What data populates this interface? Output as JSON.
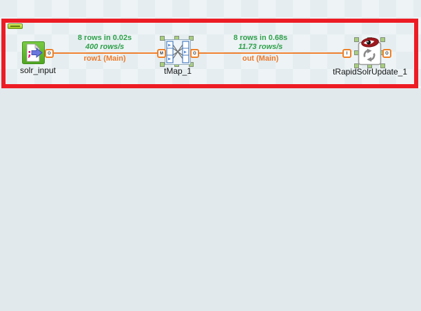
{
  "colors": {
    "subjob_highlight_red": "#ed1c24",
    "stats_green": "#2ea04a",
    "flow_label_orange": "#ed7a2b",
    "flow_line_orange": "#f08130",
    "canvas_light": "#eef4f6",
    "canvas_dark": "#e5edf0"
  },
  "subjob": {
    "collapse_icon": "collapse-minus-icon",
    "components": [
      {
        "label": "solr_input",
        "icon": "file-input-icon",
        "ports": {
          "out": "O"
        }
      },
      {
        "label": "tMap_1",
        "icon": "tmap-mapping-icon",
        "ports": {
          "in": "M",
          "out": "O"
        }
      },
      {
        "label": "tRapidSolrUpdate_1",
        "icon": "solr-update-eye-sync-icon",
        "ports": {
          "in": "I",
          "out": "O"
        }
      }
    ],
    "connections": [
      {
        "rows": "8 rows in 0.02s",
        "rate": "400 rows/s",
        "label": "row1 (Main)"
      },
      {
        "rows": "8 rows in 0.68s",
        "rate": "11.73 rows/s",
        "label": "out (Main)"
      }
    ]
  }
}
